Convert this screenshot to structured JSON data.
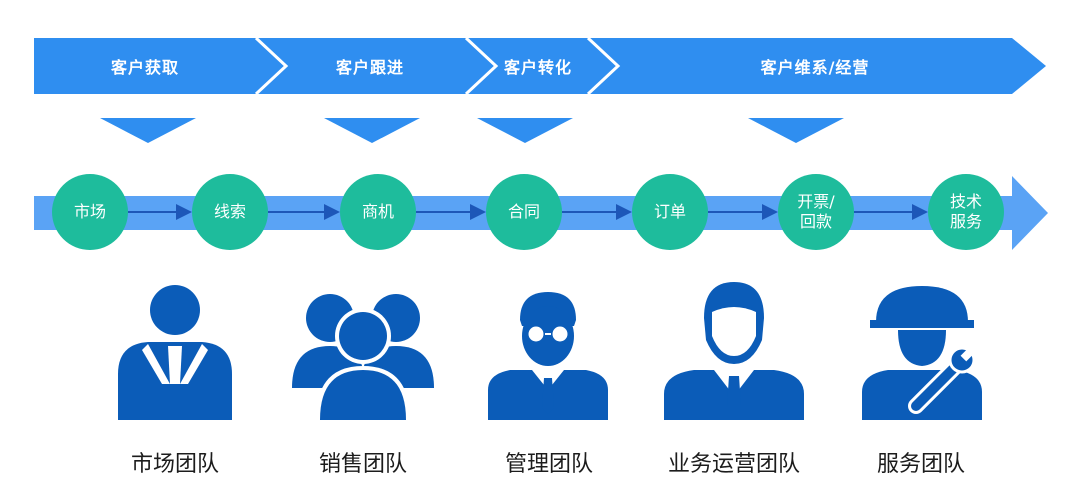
{
  "stages": [
    {
      "label": "客户获取"
    },
    {
      "label": "客户跟进"
    },
    {
      "label": "客户转化"
    },
    {
      "label": "客户维系/经营"
    }
  ],
  "nodes": [
    {
      "line1": "市场",
      "line2": ""
    },
    {
      "line1": "线索",
      "line2": ""
    },
    {
      "line1": "商机",
      "line2": ""
    },
    {
      "line1": "合同",
      "line2": ""
    },
    {
      "line1": "订单",
      "line2": ""
    },
    {
      "line1": "开票/",
      "line2": "回款"
    },
    {
      "line1": "技术",
      "line2": "服务"
    }
  ],
  "teams": [
    {
      "label": "市场团队",
      "icon": "person-icon"
    },
    {
      "label": "销售团队",
      "icon": "group-icon"
    },
    {
      "label": "管理团队",
      "icon": "manager-glasses-icon"
    },
    {
      "label": "业务运营团队",
      "icon": "businessman-icon"
    },
    {
      "label": "服务团队",
      "icon": "worker-wrench-icon"
    }
  ],
  "colors": {
    "banner_blue": "#2f8ef0",
    "banner_separator": "#ffffff",
    "pointer_blue": "#2f8ef0",
    "flow_arrow": "#5aa3f5",
    "node_green": "#1ebc9c",
    "link_arrow": "#1d57b8",
    "icon_blue": "#0b5cb8",
    "text_dark": "#1c1c1c"
  }
}
